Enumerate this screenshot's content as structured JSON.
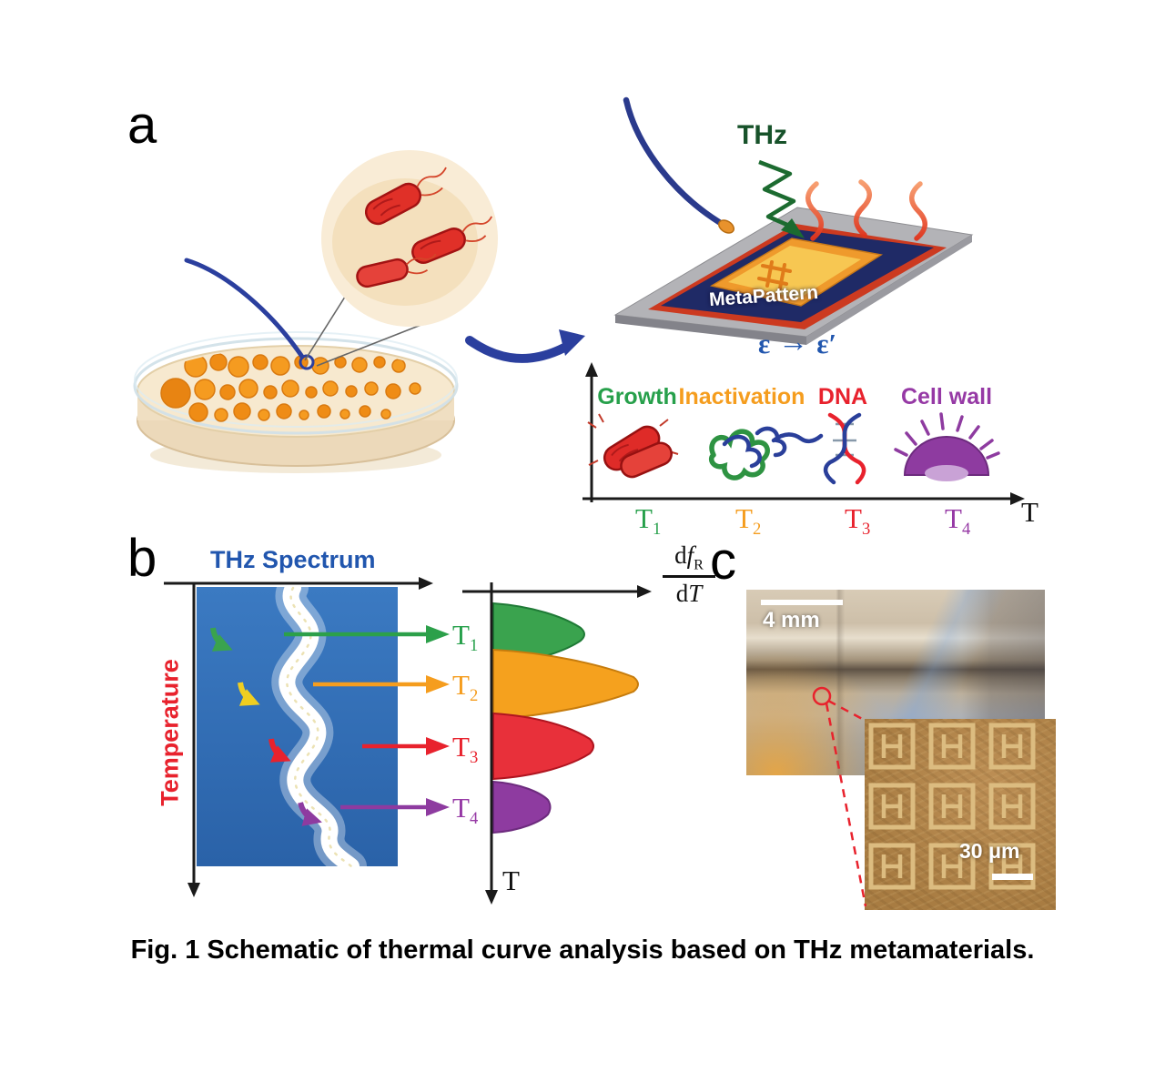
{
  "caption": "Fig. 1 Schematic of thermal curve analysis based on THz metamaterials.",
  "panel_a": {
    "label": "a",
    "thz_label": "THz",
    "metapattern_label": "MetaPattern",
    "epsilon": "ε",
    "arrow": "→",
    "epsilon_prime": "ε′",
    "axis_end_label": "T",
    "stages": [
      {
        "label": "Growth",
        "tick_base": "T",
        "tick_sub": "1",
        "color": "#27a04b"
      },
      {
        "label": "Inactivation",
        "tick_base": "T",
        "tick_sub": "2",
        "color": "#f59d1e"
      },
      {
        "label": "DNA",
        "tick_base": "T",
        "tick_sub": "3",
        "color": "#e8222d"
      },
      {
        "label": "Cell wall",
        "tick_base": "T",
        "tick_sub": "4",
        "color": "#9639a5"
      }
    ]
  },
  "panel_b": {
    "label": "b",
    "title": "THz Spectrum",
    "y_axis_label": "Temperature",
    "x_axis_end_label": "T",
    "derivative": {
      "d_num": "d",
      "f": "f",
      "f_sub": "R",
      "d_den": "d",
      "T": "T"
    },
    "temps": [
      {
        "base": "T",
        "sub": "1",
        "color": "#27a04b"
      },
      {
        "base": "T",
        "sub": "2",
        "color": "#f59d1e"
      },
      {
        "base": "T",
        "sub": "3",
        "color": "#e8222d"
      },
      {
        "base": "T",
        "sub": "4",
        "color": "#9639a5"
      }
    ]
  },
  "panel_c": {
    "label": "c",
    "scale_bar_main": "4 mm",
    "scale_bar_inset": "30 μm"
  },
  "palette": {
    "growth_green": "#27a04b",
    "inactivation_orange": "#f59d1e",
    "dna_red": "#e8222d",
    "cellwall_purple": "#9639a5",
    "spectrum_blue": "#2f6fb8",
    "label_blue": "#2156ae",
    "thz_dark_green": "#17522a",
    "arrow_blue": "#2b3f9e",
    "bacteria_red": "#df2b28",
    "colony_orange": "#f59b20",
    "inset_gold": "#b08448"
  }
}
